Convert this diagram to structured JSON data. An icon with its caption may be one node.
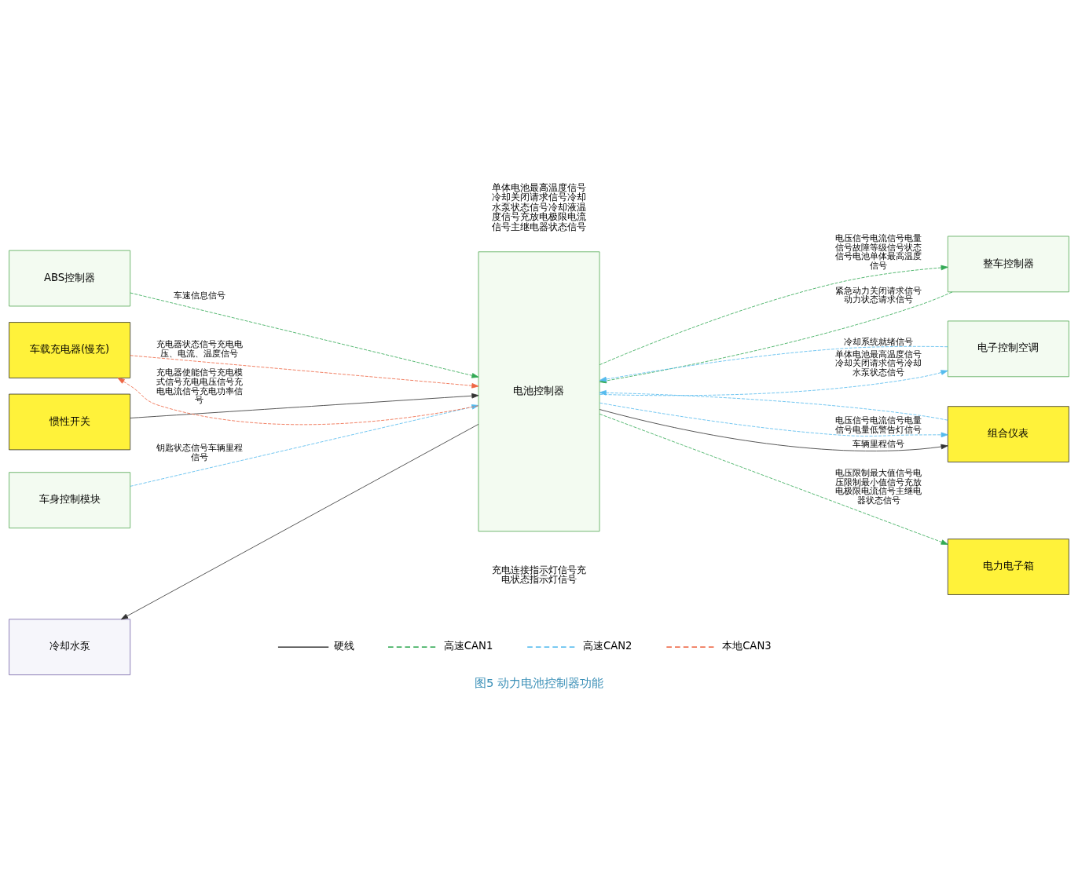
{
  "diagram": {
    "caption": "图5 动力电池控制器功能",
    "nodes": [
      {
        "text": [
          "车身控制模块"
        ]
      },
      {
        "text": [
          "ABS控制器"
        ]
      },
      {
        "text": [
          "车载充电器(慢充)"
        ]
      },
      {
        "text": [
          "惯性开关"
        ]
      },
      {
        "text": [
          "冷却水泵"
        ]
      },
      {
        "text": [
          "电池控制器"
        ]
      },
      {
        "text": [
          "整车控制器"
        ]
      },
      {
        "text": [
          "电子控制空调"
        ]
      },
      {
        "text": [
          "组合仪表"
        ]
      },
      {
        "text": [
          "电力电子箱"
        ]
      }
    ],
    "edges": [
      {
        "from": 0,
        "to": 5,
        "arrow": "to",
        "style": "dashed",
        "label": "钥匙状态信号车辆里程信号"
      },
      {
        "from": 1,
        "to": 5,
        "arrow": "to",
        "style": "dashed",
        "color": "#33aa55",
        "label": "车速信息信号"
      },
      {
        "from": 2,
        "to": 5,
        "arrow": "to",
        "style": "dashed",
        "color": "#ee6644",
        "label": "充电器状态信号充电电压、电流、温度信号"
      },
      {
        "from": 5,
        "to": 2,
        "arrow": "to",
        "style": "dashed",
        "color": "#ee6644",
        "label": "充电器使能信号充电模式信号充电电压信号充电电流信号充电功率信号"
      },
      {
        "from": 3,
        "to": 5,
        "arrow": "to",
        "color": "#333333"
      },
      {
        "from": 5,
        "to": 4,
        "arrow": "to",
        "color": "#333333"
      },
      {
        "from": 5,
        "to": 6,
        "arrow": "to",
        "style": "dashed",
        "color": "#33aa55",
        "label": "电压信号电流信号电量信号故障等级信号状态信号电池单体最高温度信号"
      },
      {
        "from": 6,
        "to": 5,
        "arrow": "to",
        "style": "dashed",
        "color": "#33aa55",
        "label": "紧急动力关闭请求信号动力状态请求信号"
      },
      {
        "from": 5,
        "to": 7,
        "arrow": "to",
        "style": "dashed",
        "label": "单体电池最高温度信号冷却关闭请求信号冷却水泵状态信号"
      },
      {
        "from": 7,
        "to": 5,
        "arrow": "to",
        "style": "dashed",
        "label": "冷却系统就绪信号"
      },
      {
        "from": 5,
        "to": 8,
        "arrow": "to",
        "style": "dashed",
        "label": "电压信号电流信号电量信号电量低警告灯信号"
      },
      {
        "from": 8,
        "to": 5,
        "arrow": "to",
        "style": "dashed"
      },
      {
        "from": 5,
        "to": 8,
        "arrow": "to",
        "color": "#333333",
        "label": "车辆里程信号"
      },
      {
        "from": 5,
        "to": 9,
        "arrow": "to",
        "style": "dashed",
        "color": "#33aa55",
        "label": "电压限制最大值信号电压限制最小值信号充放电极限电流信号主继电器状态信号"
      }
    ],
    "labels": [
      "单体电池最高温度信号冷却关闭请求信号冷却水泵状态信号冷却液温度信号充放电极限电流信号主继电器状态信号",
      "充电连接指示灯信号充电状态指示灯信号"
    ],
    "legend": [
      {
        "text": "硬线"
      },
      {
        "text": "高速CAN1"
      },
      {
        "text": "高速CAN2"
      },
      {
        "text": "本地CAN3"
      }
    ]
  }
}
